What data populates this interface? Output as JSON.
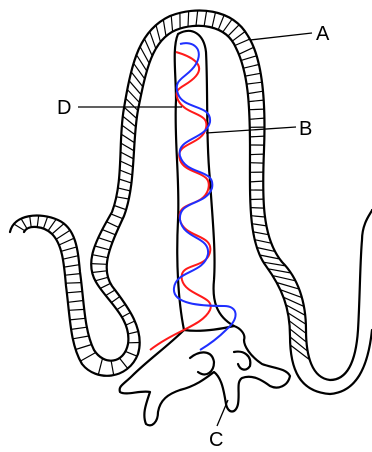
{
  "labels": {
    "a": "A",
    "b": "B",
    "c": "C",
    "d": "D"
  },
  "colors": {
    "outline": "#000000",
    "artery": "#ff1a1a",
    "vein": "#1f2fff",
    "background": "#ffffff"
  }
}
